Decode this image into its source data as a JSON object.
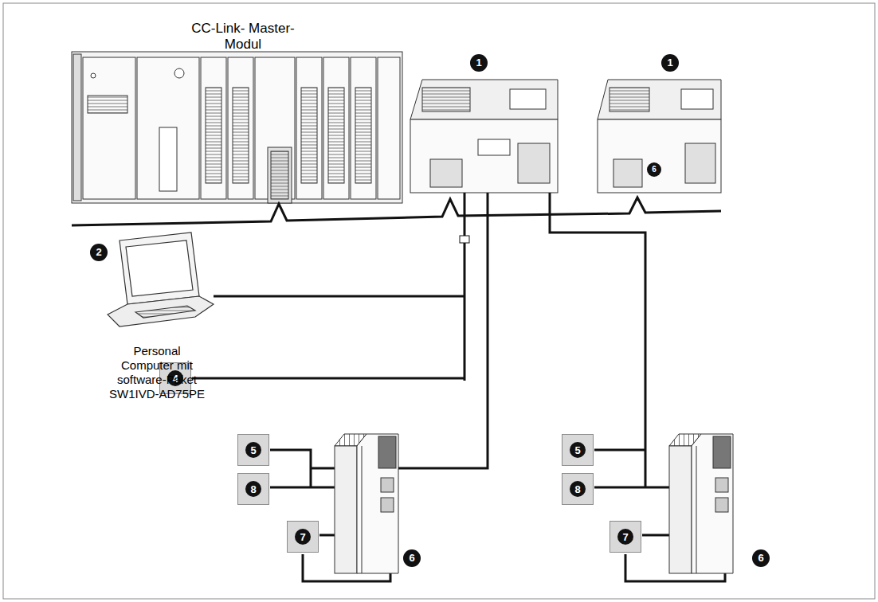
{
  "diagram": {
    "nodes": [
      {
        "text": [
          "4"
        ]
      },
      {
        "text": [
          "5"
        ]
      },
      {
        "text": [
          "8"
        ]
      },
      {
        "text": [
          "7"
        ]
      },
      {
        "text": [
          "5"
        ]
      },
      {
        "text": [
          "8"
        ]
      },
      {
        "text": [
          "7"
        ]
      }
    ],
    "labels": [
      "CC-Link- Master-Modul",
      "1",
      "1",
      "2",
      "Personal Computer mit software-Paket SW1IVD-AD75PE",
      "6",
      "6",
      "6"
    ]
  }
}
